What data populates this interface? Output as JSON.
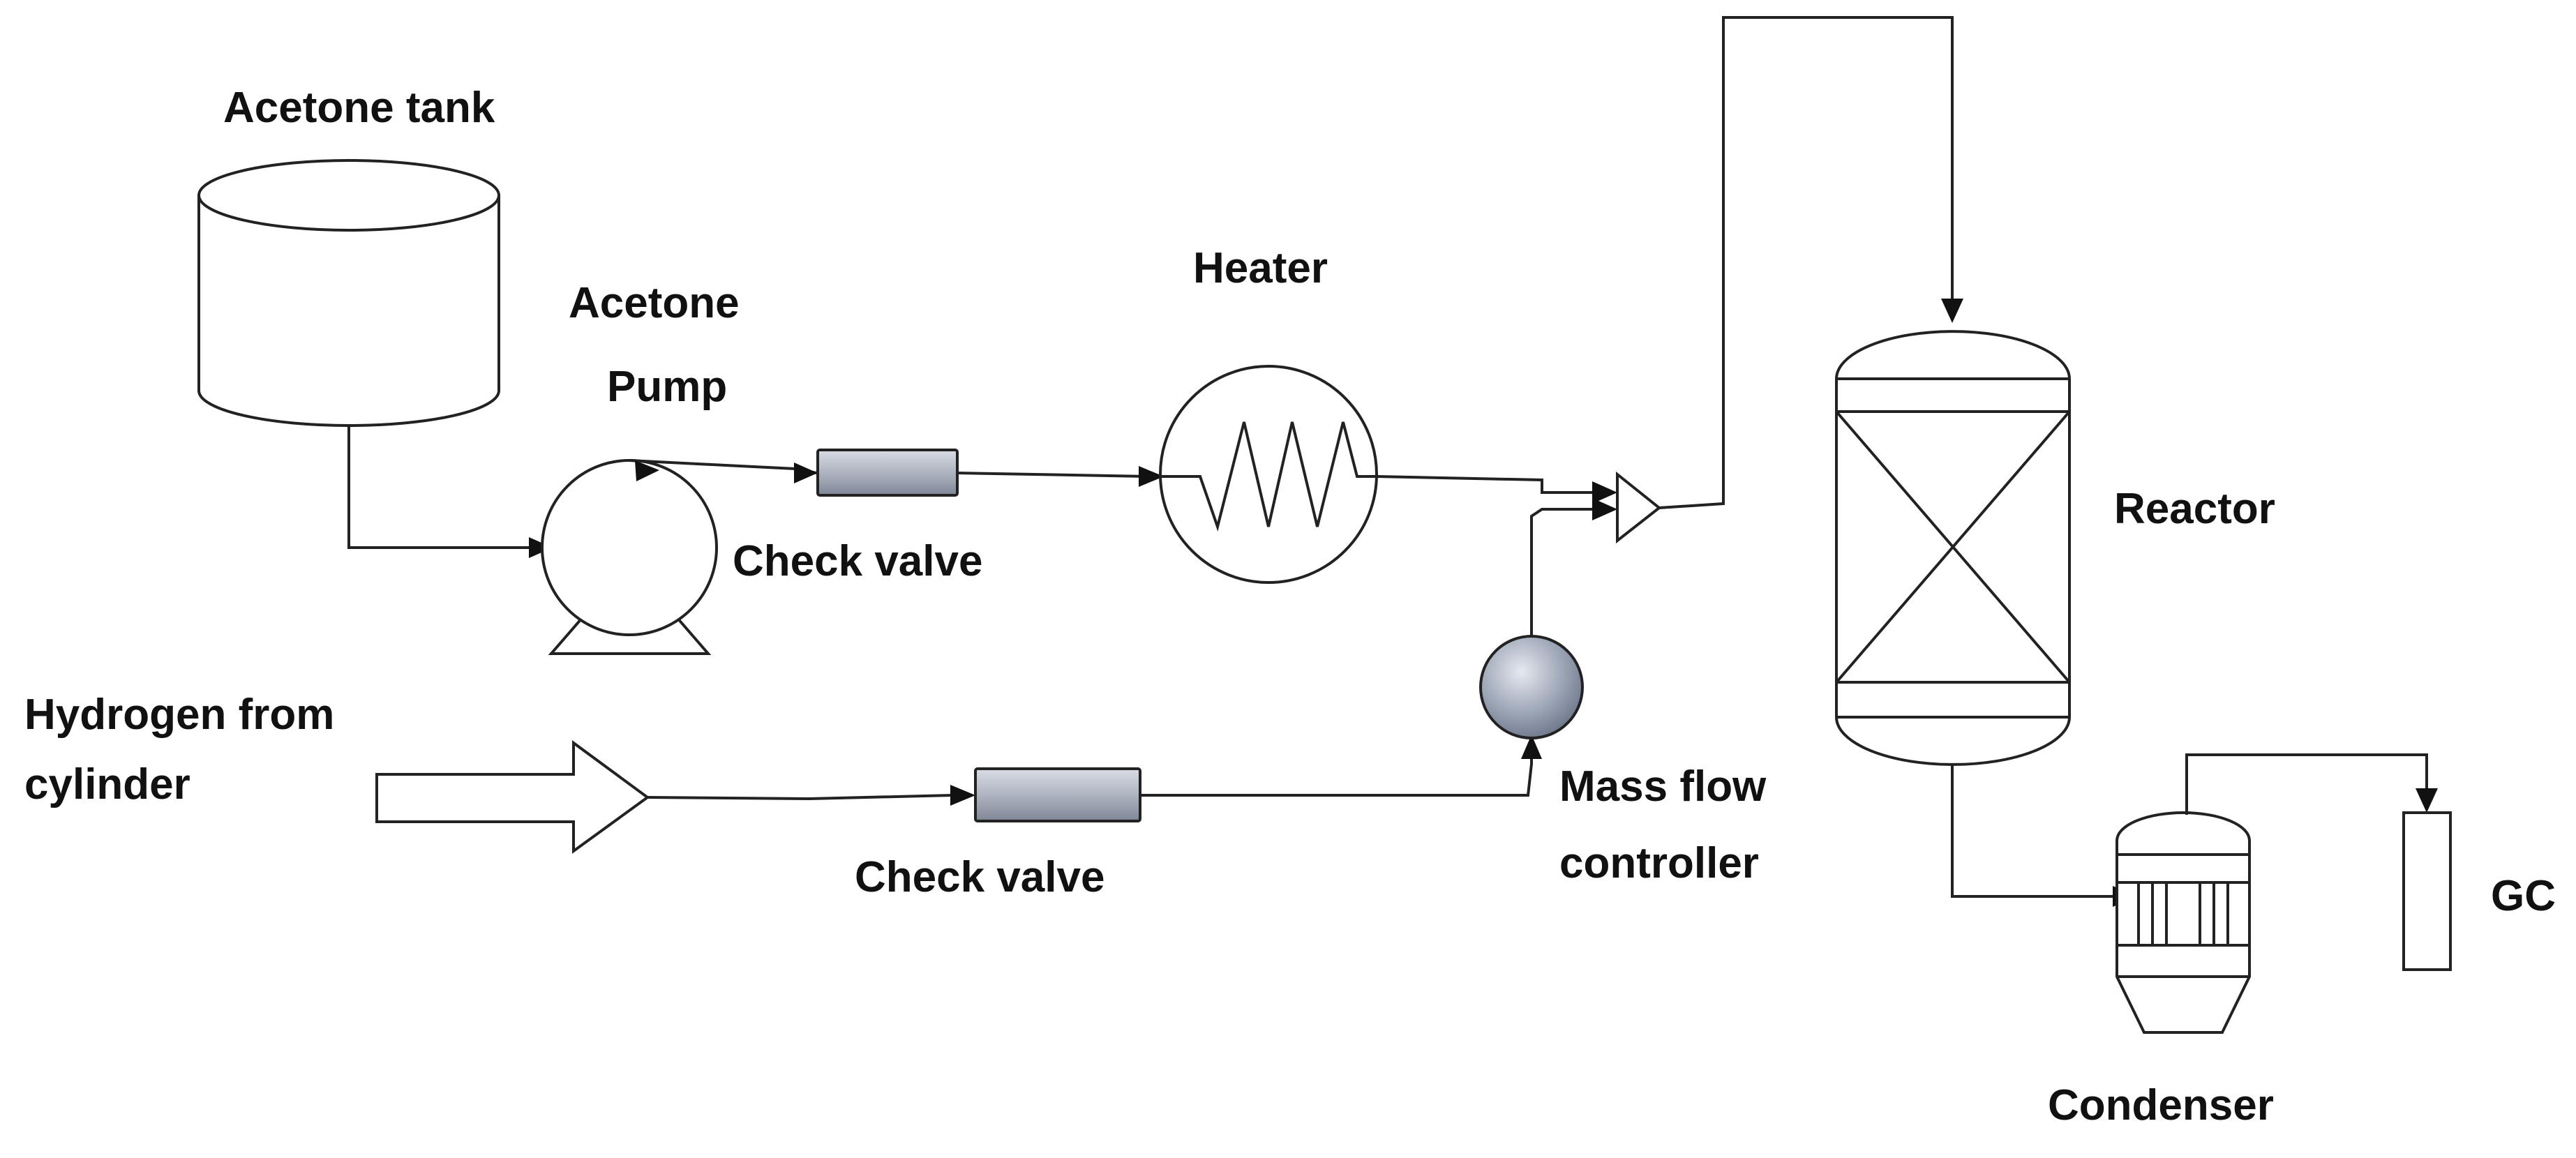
{
  "labels": {
    "acetone_tank": "Acetone tank",
    "acetone_pump_line1": "Acetone",
    "acetone_pump_line2": "Pump",
    "heater": "Heater",
    "check_valve_top": "Check valve",
    "check_valve_bottom": "Check valve",
    "hydrogen_line1": "Hydrogen from",
    "hydrogen_line2": "cylinder",
    "mass_flow_line1": "Mass flow",
    "mass_flow_line2": "controller",
    "reactor": "Reactor",
    "condenser": "Condenser",
    "gc": "GC"
  },
  "colors": {
    "line": "#222222",
    "valve_fill": "#b7bcc7",
    "mfc_fill": "#9aa3b4"
  }
}
